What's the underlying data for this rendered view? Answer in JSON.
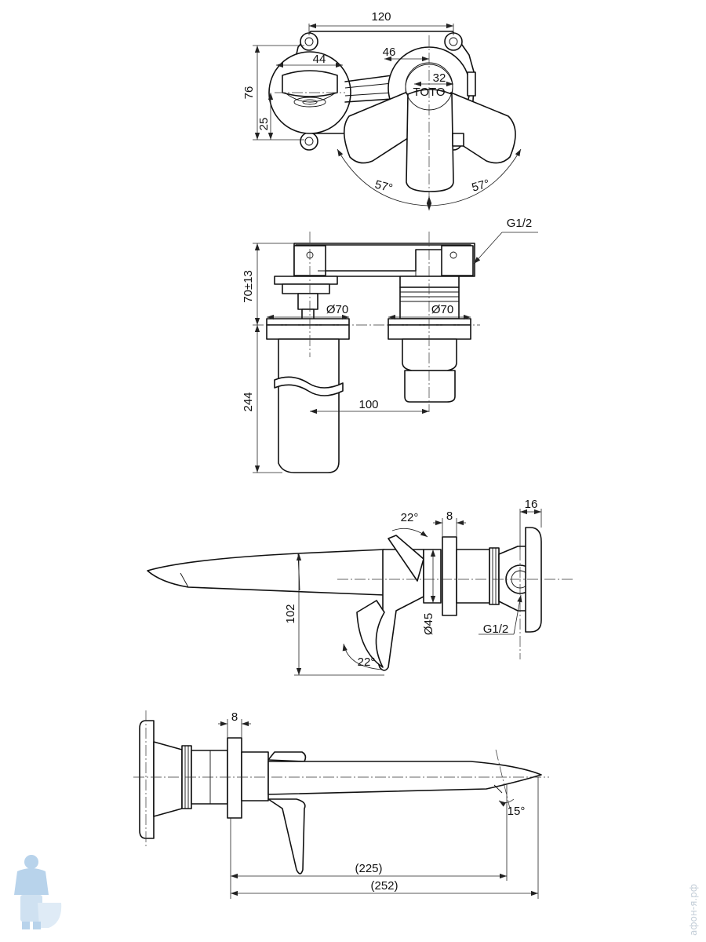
{
  "top_view": {
    "dim_width": "120",
    "dim_height": "76",
    "dim_outlet_width": "44",
    "dim_outlet_depth": "25",
    "dim_body": "46",
    "dim_cartridge": "32",
    "angle_left": "57°",
    "angle_right": "57°",
    "brand_mark": "TOTO"
  },
  "front_view": {
    "thread_label": "G1/2",
    "dim_mount_depth": "70±13",
    "dim_flange_left": "Ø70",
    "dim_flange_right": "Ø70",
    "dim_spout_length": "244",
    "dim_center_distance": "100"
  },
  "side_view": {
    "angle_top": "22°",
    "angle_bottom": "22°",
    "dim_flange_thickness": "8",
    "dim_mount_plate": "16",
    "dim_height": "102",
    "dim_body_diameter": "Ø45",
    "thread_label": "G1/2"
  },
  "bottom_view": {
    "dim_flange_thickness": "8",
    "angle_outlet": "15°",
    "dim_reach_inner": "(225)",
    "dim_reach_total": "(252)"
  },
  "watermark": "афон-я.рф",
  "colors": {
    "line": "#111111",
    "watermark": "#c5cfd9",
    "mascot": "#7fb0dc"
  }
}
